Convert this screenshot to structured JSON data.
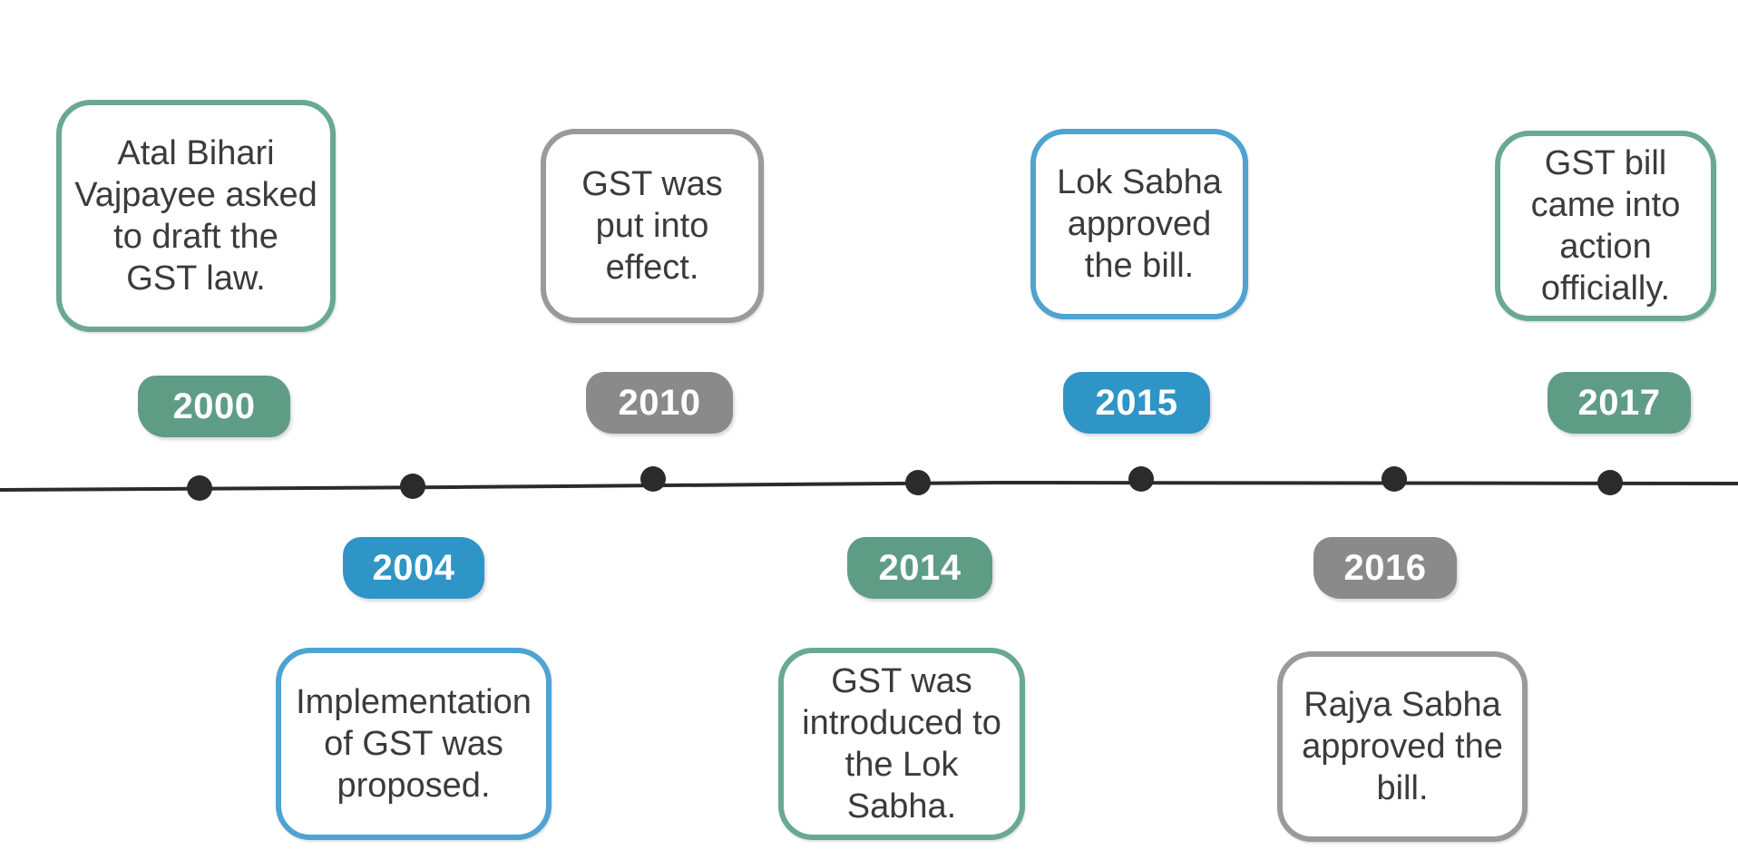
{
  "colors": {
    "green": "#5f9c86",
    "blue": "#2f94c6",
    "gray": "#8a8a8a",
    "line": "#2b2b2b"
  },
  "events": [
    {
      "year": "2000",
      "text": "Atal Bihari Vajpayee asked to draft the GST law.",
      "color": "green",
      "position": "above"
    },
    {
      "year": "2004",
      "text": "Implementation of GST was proposed.",
      "color": "blue",
      "position": "below"
    },
    {
      "year": "2010",
      "text": "GST was put into effect.",
      "color": "gray",
      "position": "above"
    },
    {
      "year": "2014",
      "text": "GST was introduced to the Lok Sabha.",
      "color": "green",
      "position": "below"
    },
    {
      "year": "2015",
      "text": "Lok Sabha approved the bill.",
      "color": "blue",
      "position": "above"
    },
    {
      "year": "2016",
      "text": "Rajya Sabha approved the bill.",
      "color": "gray",
      "position": "below"
    },
    {
      "year": "2017",
      "text": "GST bill came into action officially.",
      "color": "green",
      "position": "above"
    }
  ]
}
